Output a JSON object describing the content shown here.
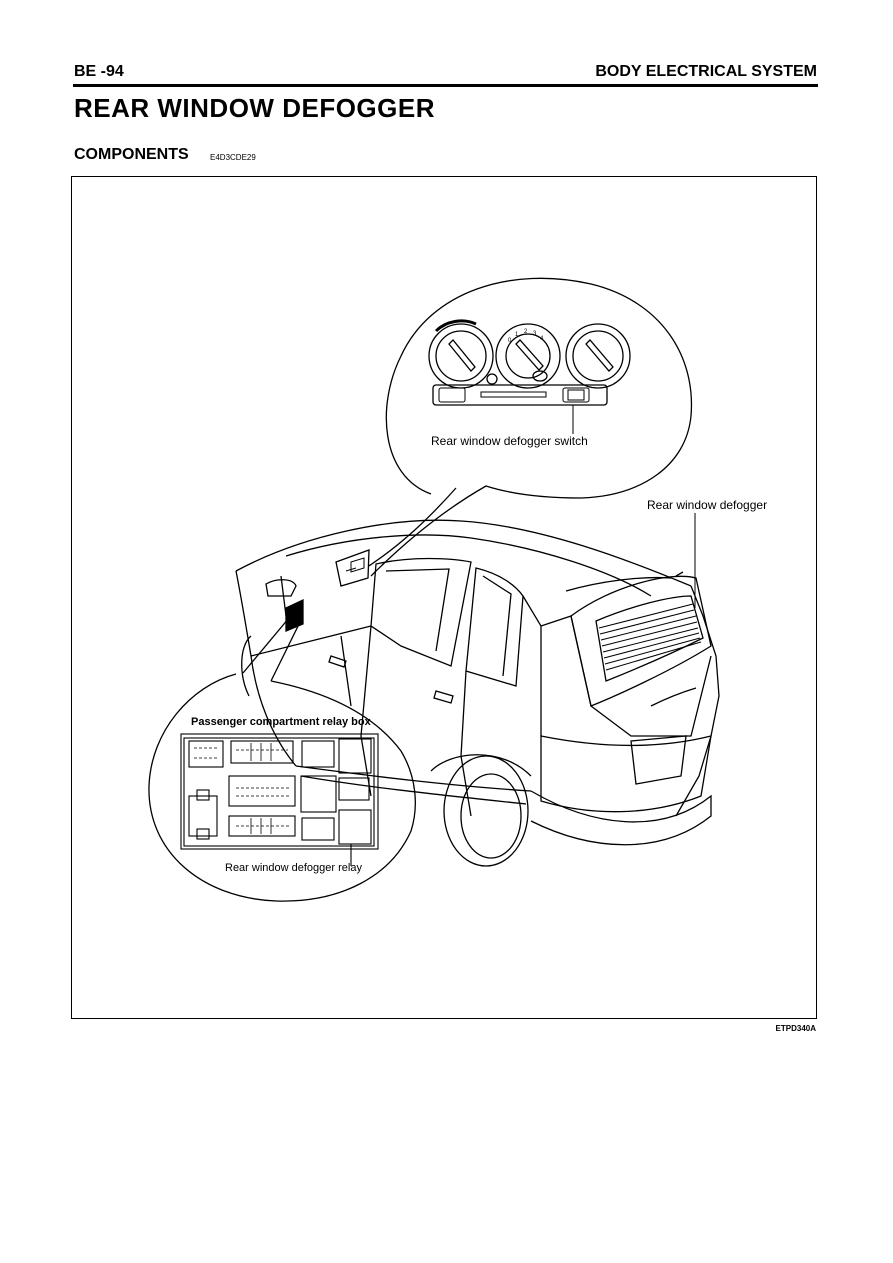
{
  "header": {
    "page_number": "BE -94",
    "section_title": "BODY ELECTRICAL SYSTEM"
  },
  "title": "REAR WINDOW DEFOGGER",
  "section": {
    "heading": "COMPONENTS",
    "code": "E4D3CDE29"
  },
  "figure": {
    "labels": {
      "switch": "Rear window defogger switch",
      "defogger": "Rear window defogger",
      "relay_box": "Passenger compartment relay box",
      "relay": "Rear window defogger relay"
    },
    "dial_numbers": [
      "0",
      "1",
      "2",
      "3",
      "4"
    ],
    "figure_code": "ETPD340A"
  }
}
